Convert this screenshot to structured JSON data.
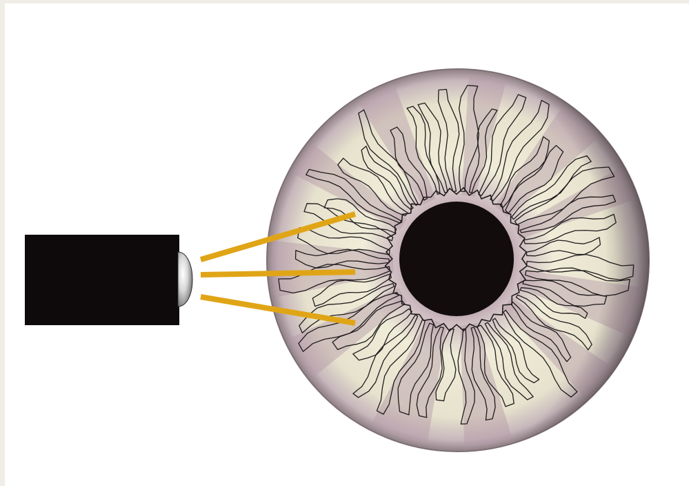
{
  "diagram": {
    "colors": {
      "background": "#ffffff",
      "border": "#efede6",
      "scanner_body": "#0e0a0b",
      "lens": "#c9c9c9",
      "beam": "#e0a517",
      "iris_base": "#ece9d2",
      "iris_tint": "#b49aa6",
      "fiber_line": "#1e1a1c",
      "pupil": "#120c0d",
      "limbus": "#7d7075"
    },
    "elements": {
      "scanner": "camera-scanner",
      "beams": 3,
      "target": "iris-eye"
    }
  }
}
